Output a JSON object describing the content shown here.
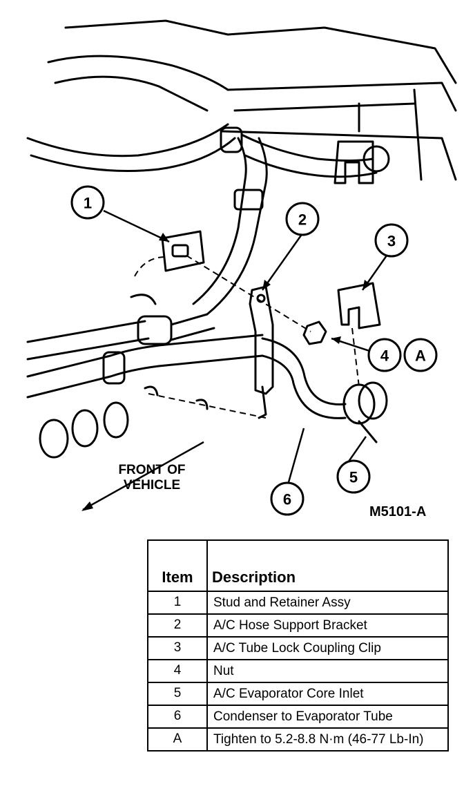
{
  "diagram": {
    "callouts": [
      "1",
      "2",
      "3",
      "4",
      "A",
      "5",
      "6"
    ],
    "front_label_line1": "FRONT OF",
    "front_label_line2": "VEHICLE",
    "figure_code": "M5101-A"
  },
  "legend": {
    "headers": {
      "item": "Item",
      "description": "Description"
    },
    "rows": [
      {
        "item": "1",
        "description": "Stud and Retainer Assy"
      },
      {
        "item": "2",
        "description": "A/C Hose Support Bracket"
      },
      {
        "item": "3",
        "description": "A/C Tube Lock Coupling Clip"
      },
      {
        "item": "4",
        "description": "Nut"
      },
      {
        "item": "5",
        "description": "A/C Evaporator Core Inlet"
      },
      {
        "item": "6",
        "description": "Condenser to Evaporator Tube"
      },
      {
        "item": "A",
        "description": "Tighten to 5.2-8.8 N·m (46-77 Lb-In)"
      }
    ]
  }
}
